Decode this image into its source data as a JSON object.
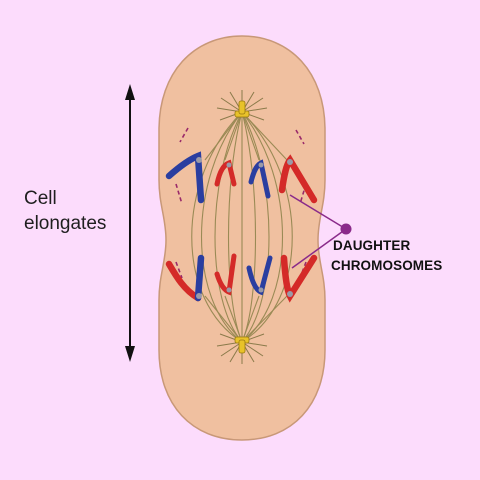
{
  "left_label": {
    "line1": "Cell",
    "line2": "elongates"
  },
  "right_label": {
    "line1": "DAUGHTER",
    "line2": "CHROMOSOMES"
  },
  "colors": {
    "background": "#fcdcfc",
    "cell_fill": "#f0c0a0",
    "cell_border": "#c89878",
    "spindle": "#9a8a55",
    "centriole": "#e8c22a",
    "chromosome_blue": "#2a3ea0",
    "chromosome_red": "#d42a28",
    "pointer": "#8a2a8a",
    "arrow": "#111111"
  }
}
